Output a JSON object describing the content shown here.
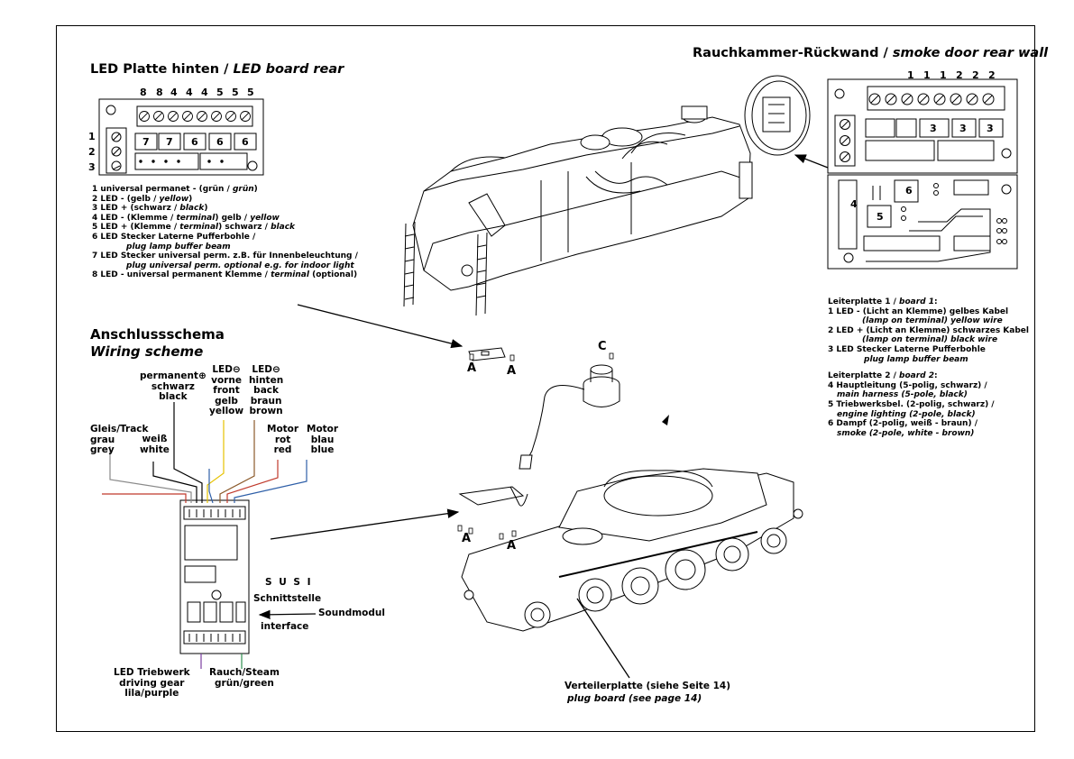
{
  "titles": {
    "led_rear_de": "LED Platte hinten / ",
    "led_rear_en": "LED board rear",
    "smoke_de": "Rauchkammer-Rückwand / ",
    "smoke_en": "smoke door rear wall",
    "wiring_de": "Anschlussschema",
    "wiring_en": "Wiring scheme"
  },
  "led_board_rear": {
    "top_numbers": [
      "8",
      "8",
      "4",
      "4",
      "4",
      "5",
      "5",
      "5"
    ],
    "side_numbers": [
      "1",
      "2",
      "3"
    ],
    "connector_labels": [
      "7",
      "7",
      "6",
      "6",
      "6"
    ]
  },
  "smoke_board": {
    "top_numbers": [
      "1",
      "1",
      "1",
      "2",
      "2",
      "2"
    ],
    "connector_labels": [
      "3",
      "3",
      "3"
    ],
    "lower_labels": [
      "4",
      "5",
      "6"
    ]
  },
  "led_legend": [
    {
      "prefix": "1 universal permanet - (grün / ",
      "italic": "grün",
      "suffix": ")"
    },
    {
      "prefix": "2 LED -  (gelb / ",
      "italic": "yellow",
      "suffix": ")"
    },
    {
      "prefix": "3 LED + (schwarz / ",
      "italic": "black",
      "suffix": ")"
    },
    {
      "prefix": "4 LED -  (Klemme / ",
      "italic": "terminal",
      "suffix": ") gelb / ",
      "italic2": "yellow"
    },
    {
      "prefix": "5 LED + (Klemme / ",
      "italic": "terminal",
      "suffix": ") schwarz / ",
      "italic2": "black"
    },
    {
      "prefix": "6 LED     Stecker Laterne Pufferbohle /",
      "italic": "",
      "suffix": ""
    },
    {
      "prefix": "",
      "italic": "plug lamp buffer beam",
      "suffix": "",
      "indent": true
    },
    {
      "prefix": "7 LED     Stecker universal perm. z.B. für Innenbeleuchtung /",
      "italic": "",
      "suffix": ""
    },
    {
      "prefix": "",
      "italic": "plug universal perm. optional e.g. for indoor light",
      "suffix": "",
      "indent": true
    },
    {
      "prefix": "8 LED -  universal permanent Klemme / ",
      "italic": "terminal",
      "suffix": " (optional)"
    }
  ],
  "board_legend": [
    {
      "prefix": "Leiterplatte 1 / ",
      "italic": "board 1",
      "suffix": ":"
    },
    {
      "prefix": "1 LED -  (Licht an Klemme) gelbes Kabel",
      "italic": "",
      "suffix": ""
    },
    {
      "prefix": "",
      "italic": "(lamp on terminal) yellow wire",
      "suffix": "",
      "indent": true
    },
    {
      "prefix": "2 LED + (Licht an Klemme) schwarzes Kabel",
      "italic": "",
      "suffix": ""
    },
    {
      "prefix": "",
      "italic": "(lamp on terminal) black wire",
      "suffix": "",
      "indent": true
    },
    {
      "prefix": "3 LED     Stecker Laterne Pufferbohle",
      "italic": "",
      "suffix": ""
    },
    {
      "prefix": "",
      "italic": "plug lamp buffer beam",
      "suffix": "",
      "indent": true
    },
    {
      "prefix": "",
      "italic": "",
      "suffix": "",
      "gap": true
    },
    {
      "prefix": "Leiterplatte 2 / ",
      "italic": "board 2",
      "suffix": ":"
    },
    {
      "prefix": "4 Hauptleitung (5-polig, schwarz) /",
      "italic": "",
      "suffix": ""
    },
    {
      "prefix": "",
      "italic": "main harness (5-pole, black)",
      "suffix": "",
      "indent": true
    },
    {
      "prefix": "5 Triebwerksbel. (2-polig, schwarz) /",
      "italic": "",
      "suffix": ""
    },
    {
      "prefix": "",
      "italic": "engine lighting (2-pole, black)",
      "suffix": "",
      "indent": true
    },
    {
      "prefix": "6 Dampf (2-polig, weiß - braun) /",
      "italic": "",
      "suffix": ""
    },
    {
      "prefix": "",
      "italic": "smoke (2-pole, white - brown)",
      "suffix": "",
      "indent": true
    }
  ],
  "wiring": {
    "permanent": "permanent",
    "plus": "⊕",
    "schwarz": "schwarz",
    "black": "black",
    "led_front_1": "LED",
    "led_front_2": "vorne",
    "led_front_3": "front",
    "led_front_4": "gelb",
    "led_front_5": "yellow",
    "led_rear_1": "LED",
    "led_rear_2": "hinten",
    "led_rear_3": "back",
    "led_rear_4": "braun",
    "led_rear_5": "brown",
    "minus": "⊖",
    "track_1": "Gleis/Track",
    "track_2": "grau",
    "track_3": "grey",
    "white_1": "weiß",
    "white_2": "white",
    "motor_red_1": "Motor",
    "motor_red_2": "rot",
    "motor_red_3": "red",
    "motor_blue_1": "Motor",
    "motor_blue_2": "blau",
    "motor_blue_3": "blue",
    "susi": "S U S I",
    "schnittstelle": "Schnittstelle",
    "interface": "interface",
    "soundmodul": "Soundmodul",
    "drive_1": "LED Triebwerk",
    "drive_2": "driving gear",
    "drive_3": "lila/purple",
    "steam_1": "Rauch/Steam",
    "steam_2": "grün/green",
    "wire_colors": {
      "red": "#c0392b",
      "grey": "#8a8a8a",
      "black": "#000000",
      "yellow": "#e6c200",
      "blue": "#2e5fa8",
      "brown": "#8b5a2b",
      "purple": "#7b3fa0",
      "green": "#2f8f4f"
    }
  },
  "part_letters": {
    "a": "A",
    "c": "C"
  },
  "plug_board": {
    "line1": "Verteilerplatte (siehe Seite 14)",
    "line2": "plug board (see page 14)"
  }
}
